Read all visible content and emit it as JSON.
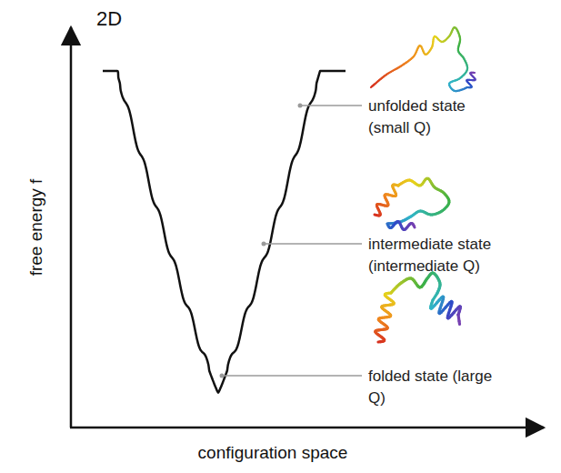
{
  "diagram": {
    "labels": [
      "2D",
      "free energy f",
      "configuration space",
      "unfolded state (small Q)",
      "intermediate state (intermediate Q)",
      "folded state (large Q)"
    ]
  }
}
